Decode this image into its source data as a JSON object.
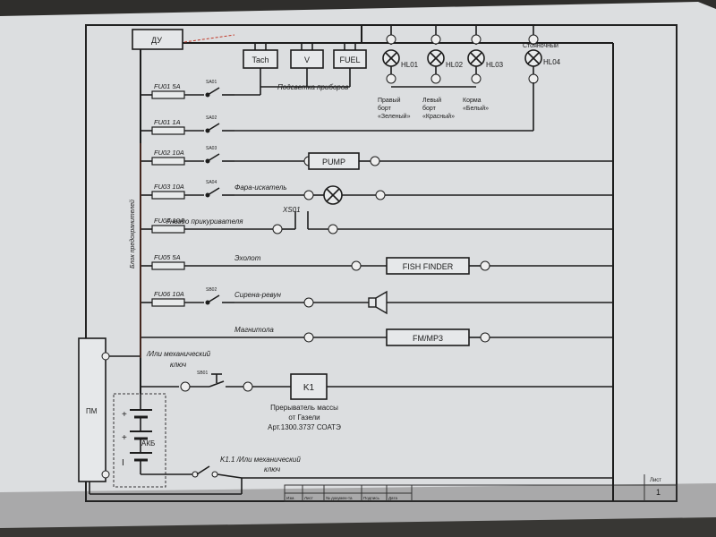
{
  "top": {
    "du": "ДУ",
    "tach": "Tach",
    "volt": "V",
    "fuel": "FUEL"
  },
  "lamps": [
    {
      "id": "HL01",
      "caption": [
        "Правый",
        "борт",
        "«Зеленый»"
      ]
    },
    {
      "id": "HL02",
      "caption": [
        "Левый",
        "борт",
        "«Красный»"
      ]
    },
    {
      "id": "HL03",
      "caption": [
        "Корма",
        "«Белый»"
      ]
    },
    {
      "id": "HL04",
      "caption": [
        "Стояночный"
      ]
    }
  ],
  "circuits": [
    {
      "fuse": "FU01  5A",
      "switch": "SA01",
      "label": "Подсветка приборов"
    },
    {
      "fuse": "FU01  1A",
      "switch": "SA02",
      "label": ""
    },
    {
      "fuse": "FU02  10A",
      "switch": "SA03",
      "label": "",
      "device": "PUMP"
    },
    {
      "fuse": "FU03  10A",
      "switch": "SA04",
      "label": "Фара-искатель"
    },
    {
      "fuse": "FU04  10A",
      "switch": "",
      "label": "Гнездо прикуривателя",
      "socket": "XS01"
    },
    {
      "fuse": "FU05  5A",
      "switch": "",
      "label": "Эхолот",
      "device": "FISH FINDER"
    },
    {
      "fuse": "FU06  10A",
      "switch": "SB02",
      "label": "Сирена-ревун"
    },
    {
      "fuse": "",
      "switch": "",
      "label": "Магнитола",
      "device": "FM/MP3"
    }
  ],
  "block_label": "Блок предохранителей",
  "mech_key_1": [
    "/Или механический",
    "ключ"
  ],
  "mech_key_2": [
    "K1.1 /Или механический",
    "ключ"
  ],
  "relay": {
    "button": "SB01",
    "name": "K1",
    "caption": [
      "Прерыватель массы",
      "от Газели",
      "Арт.1300.3737 СОАТЭ"
    ]
  },
  "pm": "ПМ",
  "akb": "АКБ",
  "title_block": {
    "headers": [
      "Изм.",
      "Лист",
      "№ докумен-та",
      "Подпись",
      "Дата"
    ],
    "sheet_label": "Лист",
    "sheet_number": "1"
  }
}
